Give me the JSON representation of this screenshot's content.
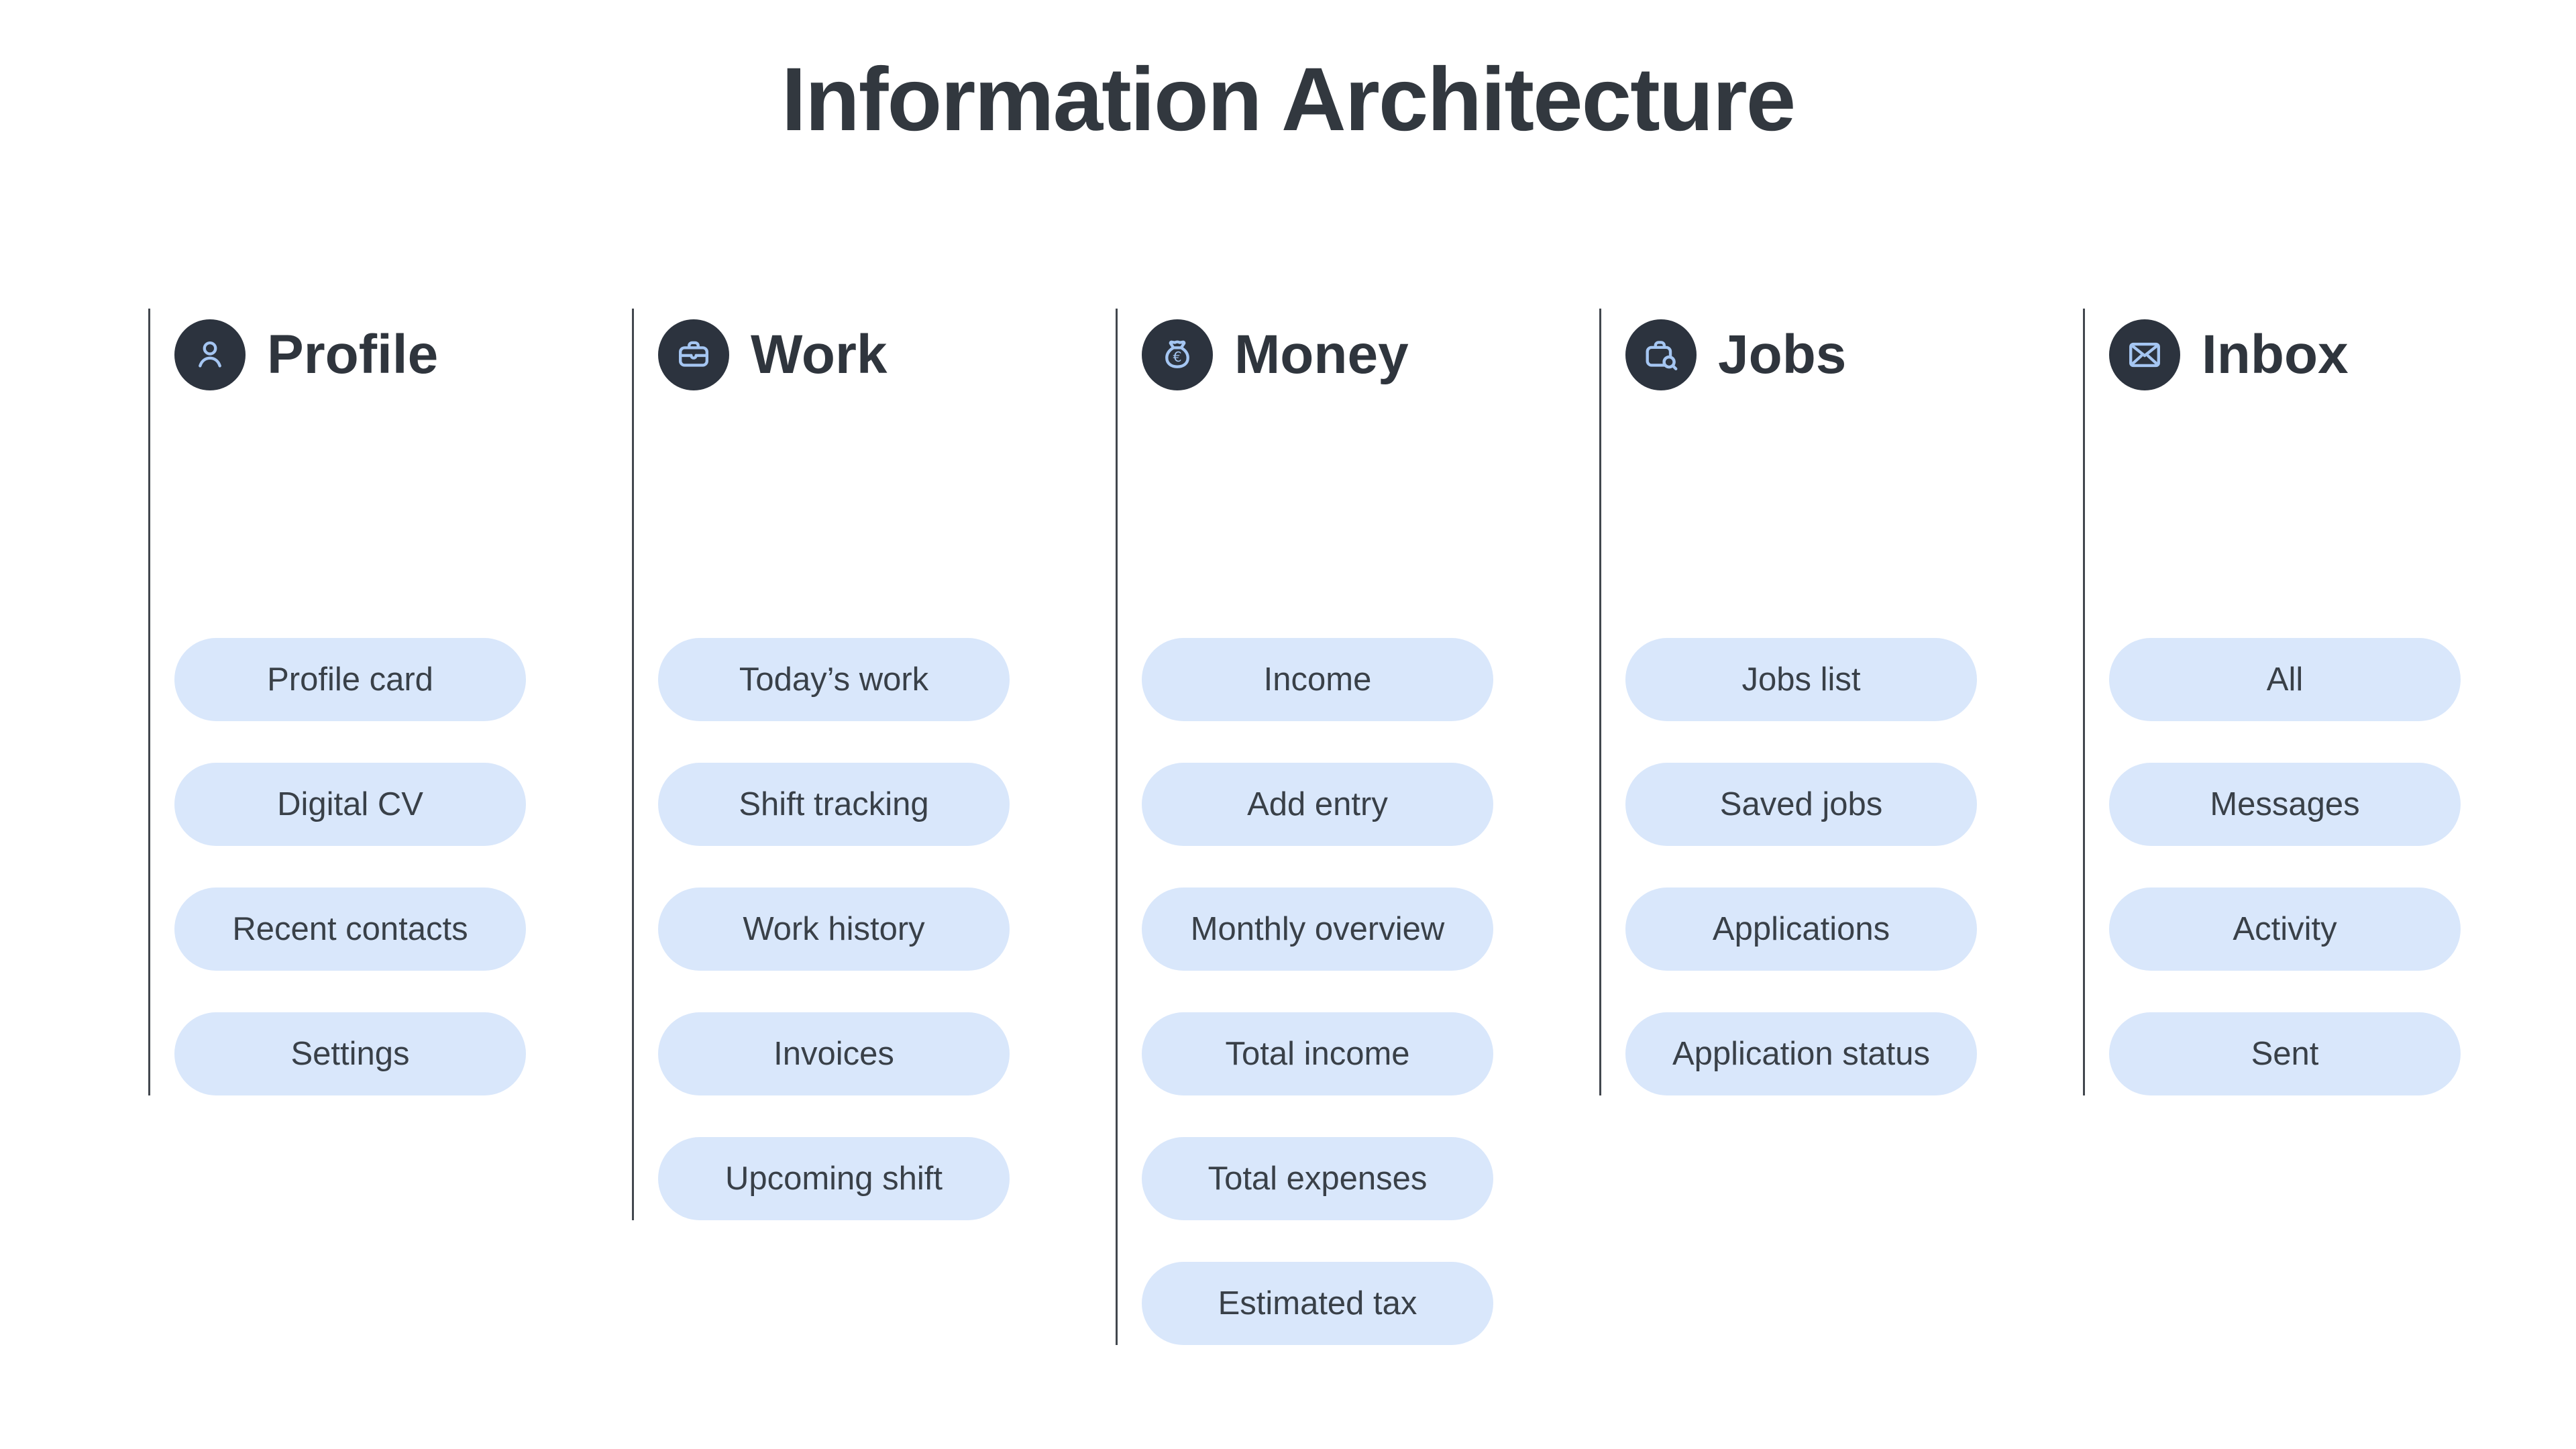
{
  "page": {
    "title": "Information Architecture"
  },
  "colors": {
    "background": "#ffffff",
    "title_text": "#32383f",
    "divider_line": "#42474e",
    "icon_circle_bg": "#2c333e",
    "icon_accent": "#a5c6f2",
    "pill_bg": "#d9e7fb",
    "pill_text": "#394048"
  },
  "sections": [
    {
      "title": "Profile",
      "icon": "person-icon",
      "items": [
        "Profile card",
        "Digital CV",
        "Recent contacts",
        "Settings"
      ]
    },
    {
      "title": "Work",
      "icon": "briefcase-icon",
      "items": [
        "Today’s work",
        "Shift tracking",
        "Work history",
        "Invoices",
        "Upcoming shift"
      ]
    },
    {
      "title": "Money",
      "icon": "money-bag-icon",
      "items": [
        "Income",
        "Add entry",
        "Monthly overview",
        "Total income",
        "Total expenses",
        "Estimated tax"
      ]
    },
    {
      "title": "Jobs",
      "icon": "job-search-icon",
      "items": [
        "Jobs list",
        "Saved jobs",
        "Applications",
        "Application status"
      ]
    },
    {
      "title": "Inbox",
      "icon": "envelope-icon",
      "items": [
        "All",
        "Messages",
        "Activity",
        "Sent"
      ]
    }
  ]
}
